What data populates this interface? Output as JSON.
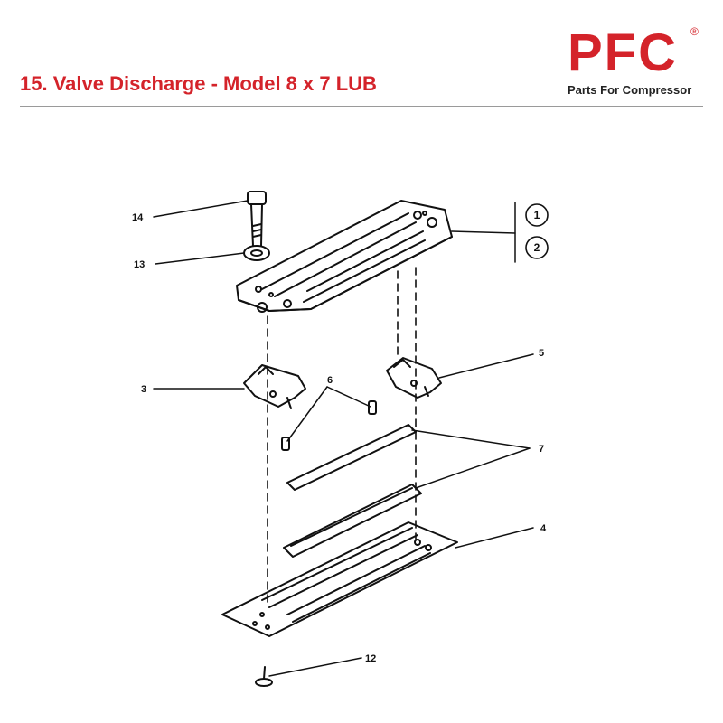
{
  "header": {
    "title": "15. Valve Discharge - Model 8 x 7 LUB"
  },
  "logo": {
    "letters": "PFC",
    "registered_mark": "®",
    "tagline": "Parts For Compressor",
    "color": "#d4232a"
  },
  "callouts": {
    "c1": "1",
    "c2": "2",
    "c3": "3",
    "c4": "4",
    "c5": "5",
    "c6": "6",
    "c7": "7",
    "c12": "12",
    "c13": "13",
    "c14": "14"
  }
}
